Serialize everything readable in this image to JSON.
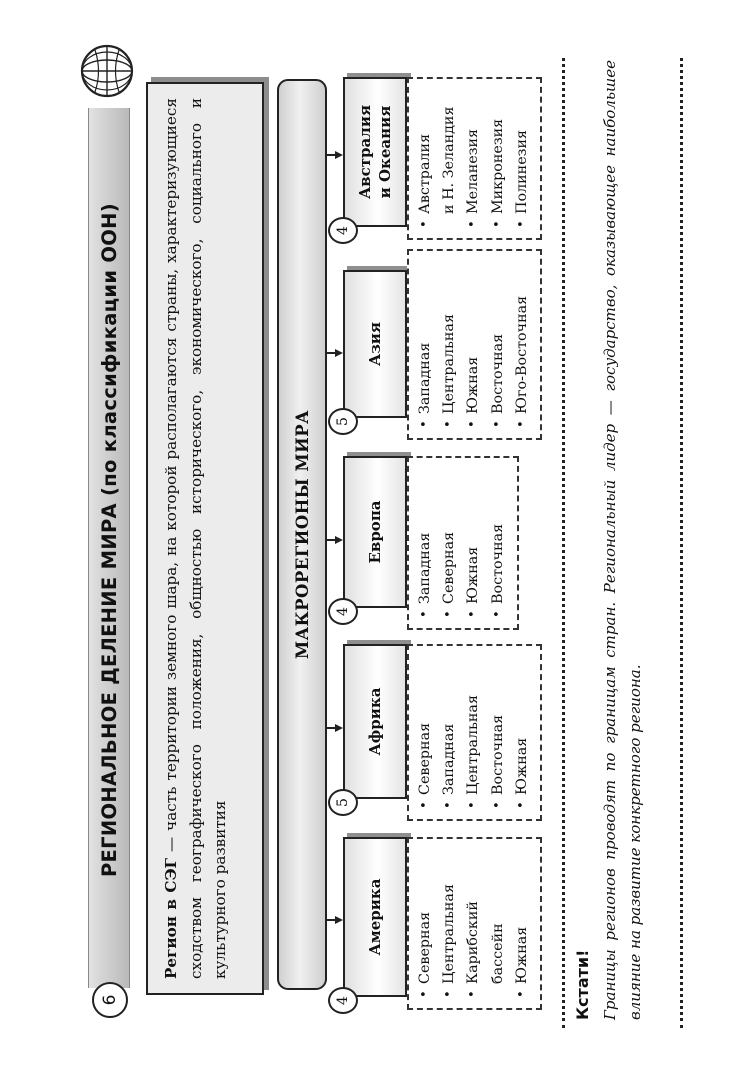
{
  "page": {
    "number": "6",
    "title": "РЕГИОНАЛЬНОЕ ДЕЛЕНИЕ МИРА (по классификации ООН)"
  },
  "definition": {
    "term": "Регион в СЭГ",
    "text": " — часть территории земного шара, на которой располагаются страны, характеризующиеся сходством географического положения, общностью исторического, экономического, социального и культурного развития"
  },
  "macroregions": {
    "title": "МАКРОРЕГИОНЫ МИРА",
    "regions": [
      {
        "name": "Америка",
        "count": "4",
        "subregions": [
          "Северная",
          "Центральная",
          "Карибский",
          "бассейн",
          "Южная"
        ]
      },
      {
        "name": "Африка",
        "count": "5",
        "subregions": [
          "Северная",
          "Западная",
          "Центральная",
          "Восточная",
          "Южная"
        ]
      },
      {
        "name": "Европа",
        "count": "4",
        "subregions": [
          "Западная",
          "Северная",
          "Южная",
          "Восточная"
        ]
      },
      {
        "name": "Азия",
        "count": "5",
        "subregions": [
          "Западная",
          "Центральная",
          "Южная",
          "Восточная",
          "Юго-Восточная"
        ]
      },
      {
        "name_line1": "Австралия",
        "name_line2": "и Океания",
        "count": "4",
        "subregions": [
          "Австралия",
          "и Н. Зеландия",
          "Меланезия",
          "Микронезия",
          "Полинезия"
        ]
      }
    ]
  },
  "note": {
    "title": "Кстати!",
    "text": "Границы регионов проводят по границам стран. Региональный лидер — государство, оказывающее наибольшее влияние на развитие конкретного региона."
  },
  "icons": {
    "page_header": "globe-icon"
  }
}
